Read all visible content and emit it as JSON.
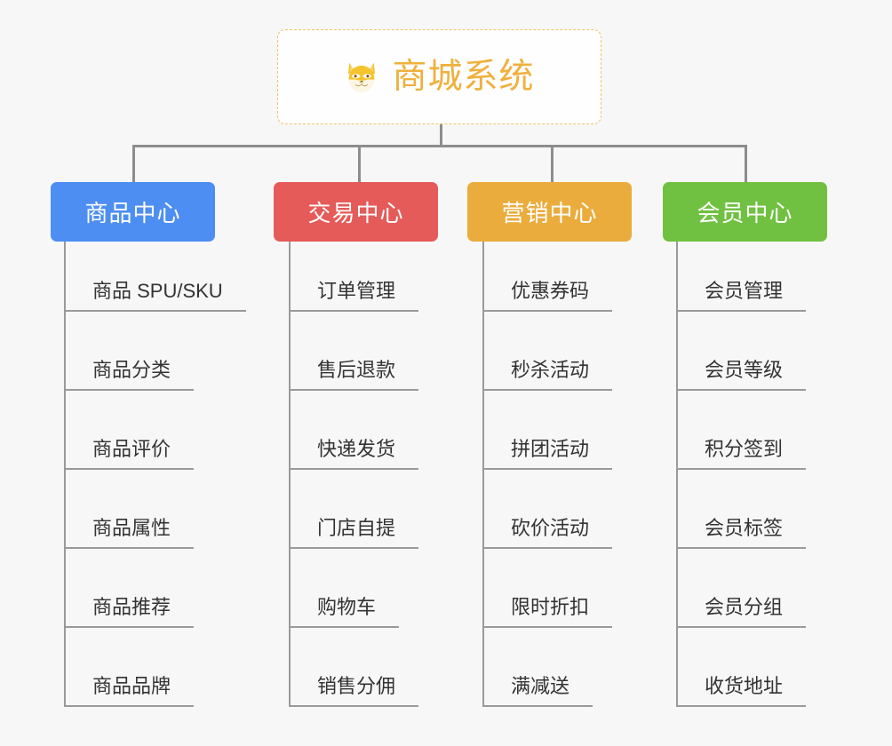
{
  "page": {
    "background_color": "#f7f7f7",
    "line_color": "#8d8d8d"
  },
  "root": {
    "title": "商城系统",
    "icon": "shiba-dog-face-emoji",
    "text_color": "#efb03c",
    "border_color": "#f0c268",
    "background_color": "#fefefe"
  },
  "categories": [
    {
      "label": "商品中心",
      "color": "#4d8ef2",
      "items": [
        "商品 SPU/SKU",
        "商品分类",
        "商品评价",
        "商品属性",
        "商品推荐",
        "商品品牌"
      ]
    },
    {
      "label": "交易中心",
      "color": "#e55b59",
      "items": [
        "订单管理",
        "售后退款",
        "快递发货",
        "门店自提",
        "购物车",
        "销售分佣"
      ]
    },
    {
      "label": "营销中心",
      "color": "#eaac3c",
      "items": [
        "优惠券码",
        "秒杀活动",
        "拼团活动",
        "砍价活动",
        "限时折扣",
        "满减送"
      ]
    },
    {
      "label": "会员中心",
      "color": "#70c141",
      "items": [
        "会员管理",
        "会员等级",
        "积分签到",
        "会员标签",
        "会员分组",
        "收货地址"
      ]
    }
  ]
}
